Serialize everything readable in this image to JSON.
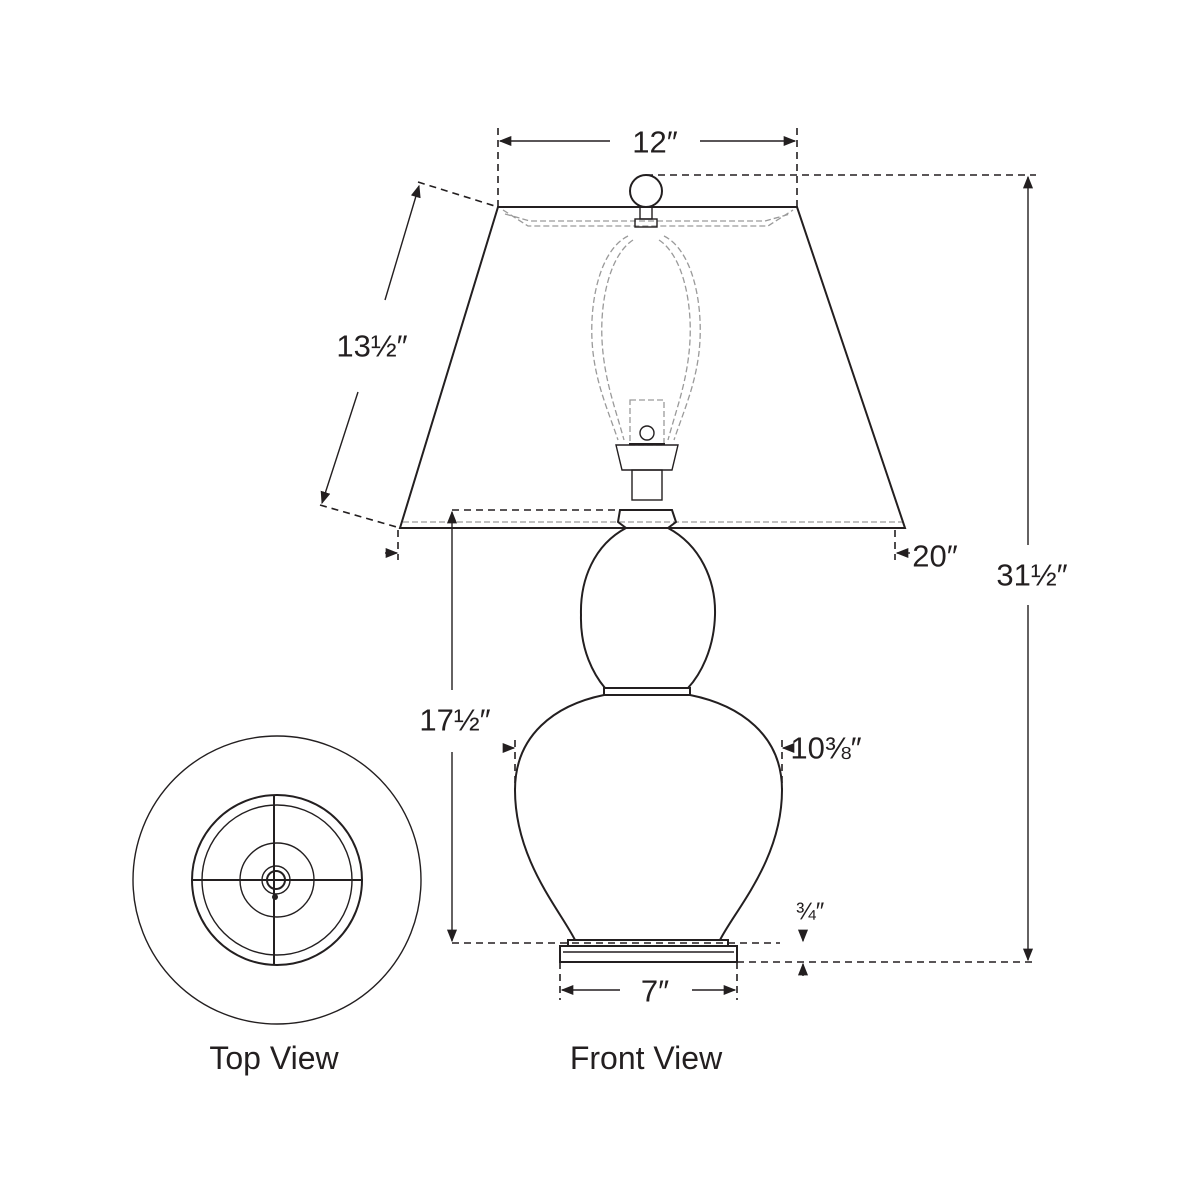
{
  "dimensions": {
    "shade_top_width": "12″",
    "shade_slant_height": "13½″",
    "shade_bottom_width": "20″",
    "overall_height": "31½″",
    "base_to_shade_height": "17½″",
    "body_width": "10⅜″",
    "plinth_height": "¾″",
    "base_width": "7″"
  },
  "captions": {
    "top_view": "Top View",
    "front_view": "Front View"
  }
}
